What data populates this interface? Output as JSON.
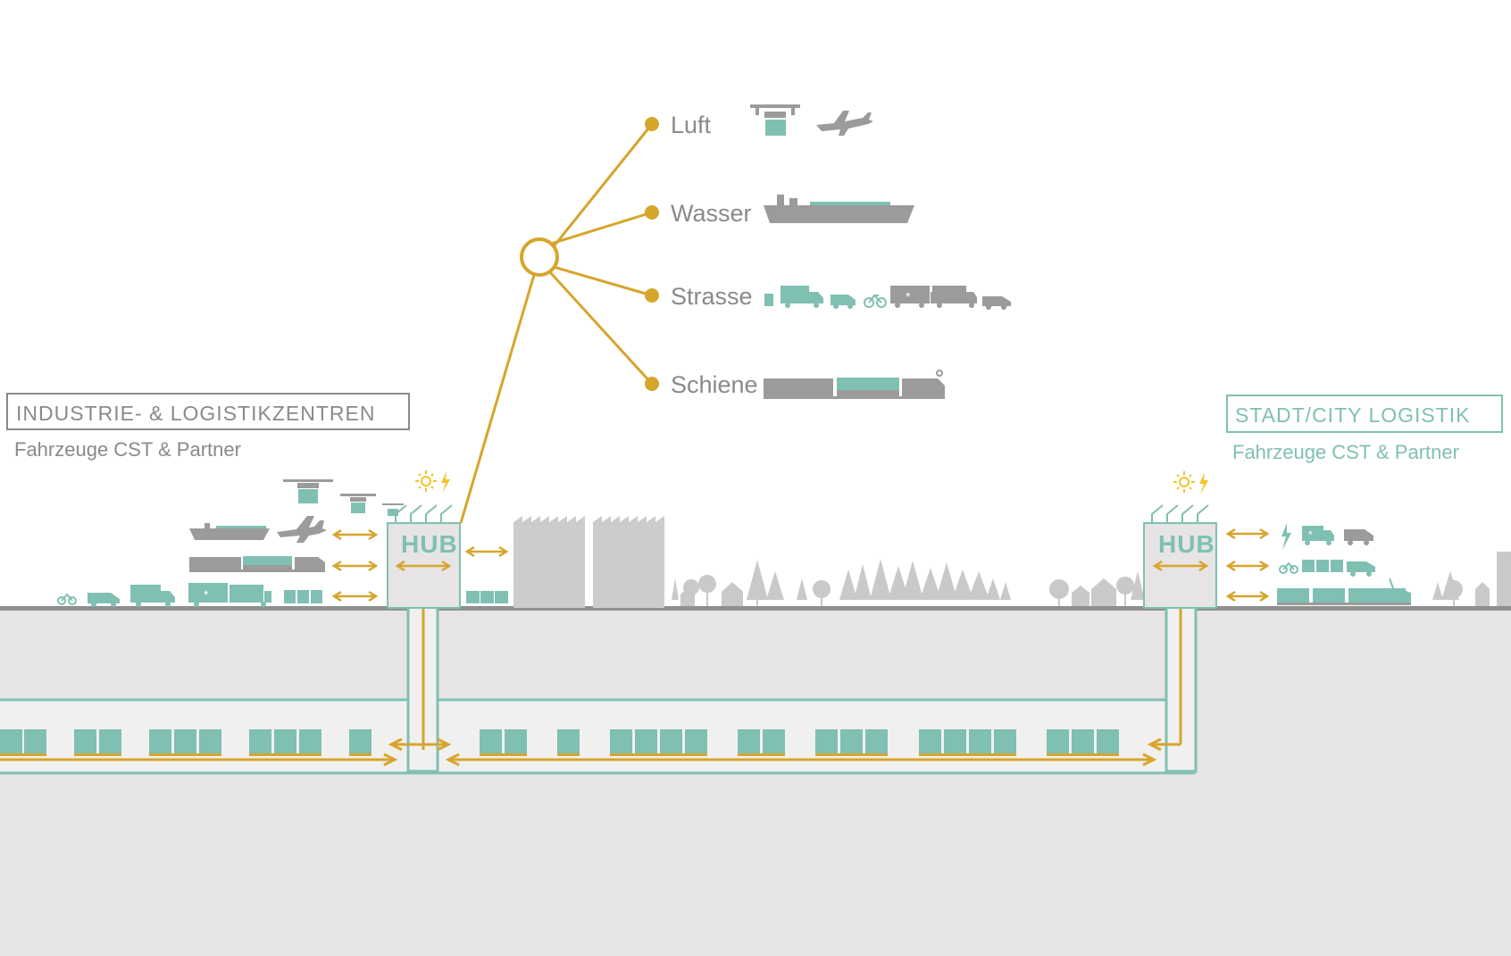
{
  "modes": [
    {
      "label": "Luft",
      "icons": [
        "drone-icon",
        "airplane-icon"
      ]
    },
    {
      "label": "Wasser",
      "icons": [
        "container-ship-icon"
      ]
    },
    {
      "label": "Strasse",
      "icons": [
        "truck-icon",
        "van-icon",
        "bicycle-icon",
        "refrigerated-truck-icon"
      ]
    },
    {
      "label": "Schiene",
      "icons": [
        "freight-train-icon"
      ]
    }
  ],
  "left_zone": {
    "title": "INDUSTRIE- & LOGISTIKZENTREN",
    "subtitle": "Fahrzeuge CST & Partner"
  },
  "right_zone": {
    "title": "STADT/CITY LOGISTIK",
    "subtitle": "Fahrzeuge CST & Partner"
  },
  "hubs": [
    {
      "label": "HUB",
      "icons": [
        "sun-icon",
        "lightning-icon",
        "solar-panel-icon"
      ]
    },
    {
      "label": "HUB",
      "icons": [
        "sun-icon",
        "lightning-icon",
        "solar-panel-icon"
      ]
    }
  ],
  "colors": {
    "accent_gold": "#d6a52c",
    "teal": "#7fc0b2",
    "gray_vehicle": "#9b9b9b",
    "gray_label": "#8a8a8a",
    "underground": "#e6e4e5",
    "tree_gray": "#c9c9c9",
    "building_gray": "#cdcbcc"
  }
}
